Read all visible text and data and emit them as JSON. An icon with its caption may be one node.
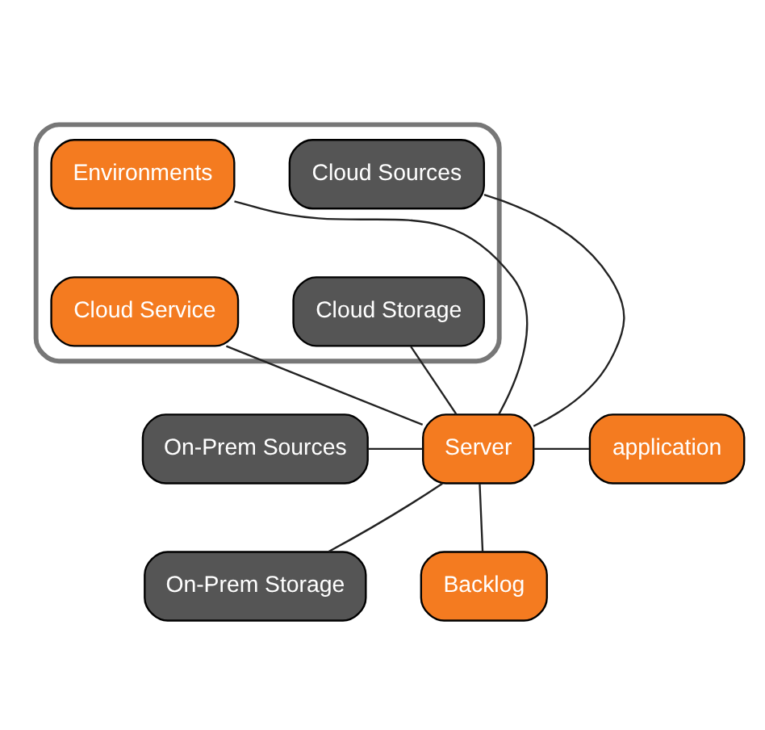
{
  "diagram": {
    "nodes": [
      {
        "text": [],
        "shape": "cloud"
      },
      {
        "text": [
          "Environments"
        ],
        "in": 0
      },
      {
        "text": [
          "Cloud Sources"
        ],
        "in": 0
      },
      {
        "text": [
          "Cloud Service"
        ],
        "in": 0
      },
      {
        "text": [
          "Cloud Storage"
        ],
        "in": 0
      },
      {
        "text": [
          "On-Prem Sources"
        ]
      },
      {
        "text": [
          "Server"
        ]
      },
      {
        "text": [
          "application"
        ]
      },
      {
        "text": [
          "On-Prem Storage"
        ]
      },
      {
        "text": [
          "Backlog"
        ]
      }
    ],
    "edges": [
      {
        "from": 1,
        "to": 6,
        "arrow": "none"
      },
      {
        "from": 2,
        "to": 6,
        "arrow": "none"
      },
      {
        "from": 3,
        "to": 6,
        "arrow": "none"
      },
      {
        "from": 4,
        "to": 6,
        "arrow": "none"
      },
      {
        "from": 5,
        "to": 6,
        "arrow": "none"
      },
      {
        "from": 6,
        "to": 7,
        "arrow": "none"
      },
      {
        "from": 8,
        "to": 6,
        "arrow": "none"
      },
      {
        "from": 6,
        "to": 9,
        "arrow": "none"
      }
    ]
  }
}
